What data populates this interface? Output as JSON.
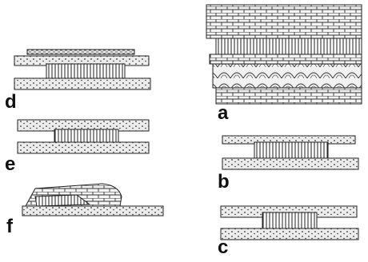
{
  "panels": [
    {
      "id": "a",
      "label": "a"
    },
    {
      "id": "b",
      "label": "b"
    },
    {
      "id": "c",
      "label": "c"
    },
    {
      "id": "d",
      "label": "d"
    },
    {
      "id": "e",
      "label": "e"
    },
    {
      "id": "f",
      "label": "f"
    }
  ],
  "colors": {
    "ink": "#222222",
    "paper": "#ffffff",
    "shade": "#dcdcdc",
    "label": "#111111"
  }
}
